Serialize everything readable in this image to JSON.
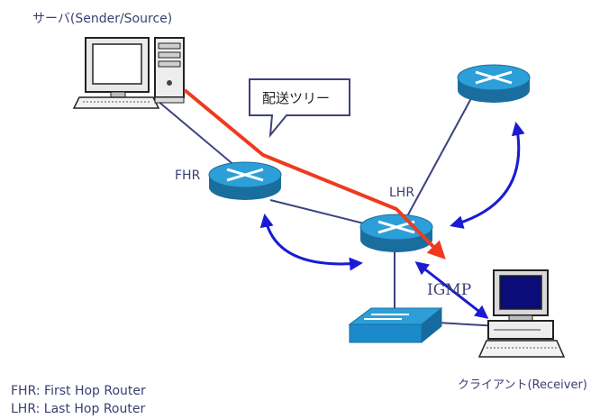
{
  "labels": {
    "server": "サーバ(Sender/Source)",
    "client": "クライアント(Receiver)",
    "fhr": "FHR",
    "lhr": "LHR",
    "igmp": "IGMP",
    "delivery_tree": "配送ツリー"
  },
  "legend": [
    "FHR: First Hop Router",
    "LHR: Last Hop Router"
  ],
  "colors": {
    "link": "#3d4280",
    "tree": "#ee3b1f",
    "arrow": "#1b1bd4",
    "router_top": "#2d9fd8",
    "router_side": "#1a6e9e",
    "switch": "#2d9fd8"
  },
  "icons": [
    "server-computer-icon",
    "router-icon",
    "switch-icon",
    "client-computer-icon"
  ]
}
